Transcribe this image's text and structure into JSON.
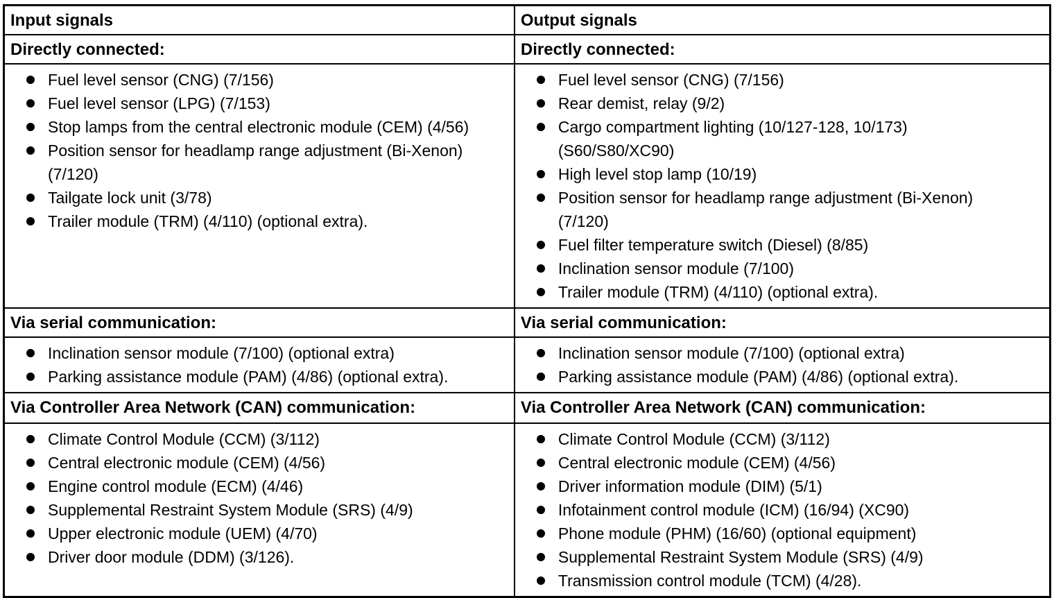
{
  "table": {
    "colors": {
      "border": "#000000",
      "background": "#ffffff",
      "text": "#000000"
    },
    "columns": [
      {
        "header": "Input signals",
        "sections": [
          {
            "title": "Directly connected:",
            "items": [
              "Fuel level sensor (CNG) (7/156)",
              "Fuel level sensor (LPG) (7/153)",
              "Stop lamps from the central electronic module (CEM) (4/56)",
              "Position sensor for headlamp range adjustment (Bi-Xenon)\n(7/120)",
              "Tailgate lock unit (3/78)",
              "Trailer module (TRM) (4/110) (optional extra)."
            ]
          },
          {
            "title": "Via serial communication:",
            "items": [
              "Inclination sensor module (7/100) (optional extra)",
              "Parking assistance module (PAM) (4/86) (optional extra)."
            ]
          },
          {
            "title": "Via Controller Area Network (CAN) communication:",
            "items": [
              "Climate Control Module (CCM) (3/112)",
              "Central electronic module (CEM) (4/56)",
              "Engine control module (ECM) (4/46)",
              "Supplemental Restraint System Module (SRS) (4/9)",
              "Upper electronic module (UEM) (4/70)",
              "Driver door module (DDM) (3/126)."
            ]
          }
        ]
      },
      {
        "header": "Output signals",
        "sections": [
          {
            "title": "Directly connected:",
            "items": [
              "Fuel level sensor (CNG) (7/156)",
              "Rear demist, relay (9/2)",
              "Cargo compartment lighting (10/127-128, 10/173)\n(S60/S80/XC90)",
              "High level stop lamp (10/19)",
              "Position sensor for headlamp range adjustment (Bi-Xenon)\n(7/120)",
              "Fuel filter temperature switch (Diesel) (8/85)",
              "Inclination sensor module (7/100)",
              "Trailer module (TRM) (4/110) (optional extra)."
            ]
          },
          {
            "title": "Via serial communication:",
            "items": [
              "Inclination sensor module (7/100) (optional extra)",
              "Parking assistance module (PAM) (4/86) (optional extra)."
            ]
          },
          {
            "title": "Via Controller Area Network (CAN) communication:",
            "items": [
              "Climate Control Module (CCM) (3/112)",
              "Central electronic module (CEM) (4/56)",
              "Driver information module (DIM) (5/1)",
              "Infotainment control module (ICM) (16/94) (XC90)",
              "Phone module (PHM) (16/60) (optional equipment)",
              "Supplemental Restraint System Module (SRS) (4/9)",
              "Transmission control module (TCM) (4/28)."
            ]
          }
        ]
      }
    ]
  }
}
